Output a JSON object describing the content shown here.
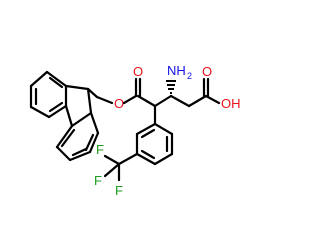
{
  "molecule": {
    "atoms": {
      "O_ester": "O",
      "O_carbonyl": "O",
      "N_amine": "NH",
      "N_amine_sub": "2",
      "O_acid_carbonyl": "O",
      "OH_acid": "OH",
      "F1": "F",
      "F2": "F",
      "F3": "F"
    },
    "colors": {
      "bond": "#000000",
      "oxygen": "#e8141c",
      "nitrogen": "#1414e6",
      "fluorine": "#1e9b1e"
    }
  }
}
